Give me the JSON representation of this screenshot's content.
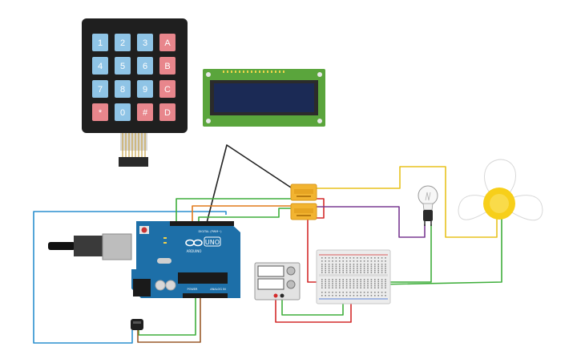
{
  "keypad": {
    "keys": [
      [
        {
          "label": "1",
          "kind": "num"
        },
        {
          "label": "2",
          "kind": "num"
        },
        {
          "label": "3",
          "kind": "num"
        },
        {
          "label": "A",
          "kind": "letter"
        }
      ],
      [
        {
          "label": "4",
          "kind": "num"
        },
        {
          "label": "5",
          "kind": "num"
        },
        {
          "label": "6",
          "kind": "num"
        },
        {
          "label": "B",
          "kind": "letter"
        }
      ],
      [
        {
          "label": "7",
          "kind": "num"
        },
        {
          "label": "8",
          "kind": "num"
        },
        {
          "label": "9",
          "kind": "num"
        },
        {
          "label": "C",
          "kind": "letter"
        }
      ],
      [
        {
          "label": "*",
          "kind": "letter"
        },
        {
          "label": "0",
          "kind": "num"
        },
        {
          "label": "#",
          "kind": "letter"
        },
        {
          "label": "D",
          "kind": "letter"
        }
      ]
    ]
  },
  "arduino": {
    "logo_text": "ARDUINO",
    "model": "UNO",
    "digital_label": "DIGITAL (PWM~)",
    "power_label": "POWER",
    "analog_label": "ANALOG IN"
  },
  "colors": {
    "keypad_body": "#1f1f1f",
    "key_num": "#8fc4e6",
    "key_letter": "#e8868c",
    "board": "#1d6fa8",
    "lcd_pcb": "#5aa53c",
    "lcd_screen": "#1b2a55",
    "relay": "#f2b431",
    "wire_red": "#d42b2b",
    "wire_green": "#3fae3b",
    "wire_yellow": "#e8c21e",
    "wire_orange": "#e27a1c",
    "wire_blue": "#2a8fcf",
    "wire_brown": "#9a5a2a",
    "wire_purple": "#7a3a92",
    "wire_black": "#222222",
    "fan_hub": "#f7cf1a"
  }
}
